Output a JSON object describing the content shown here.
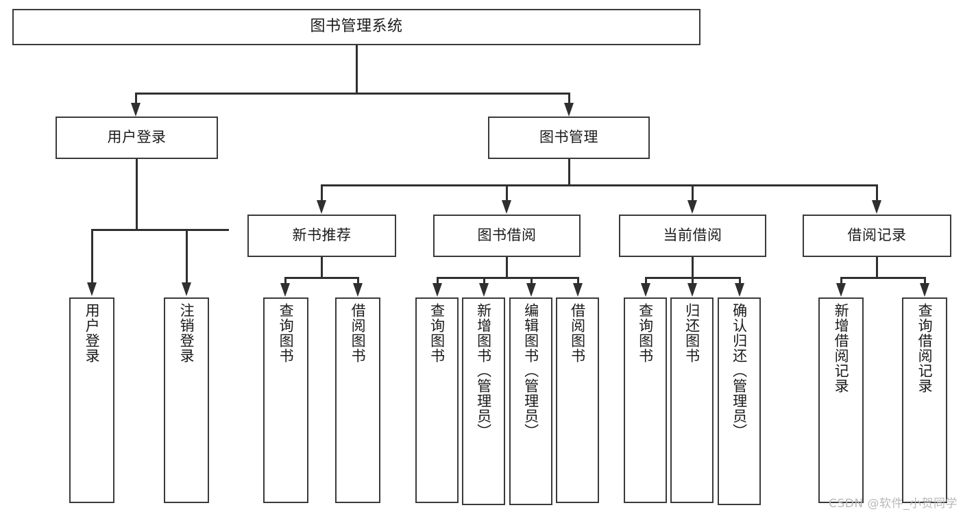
{
  "diagram": {
    "type": "tree-hierarchy",
    "title": "图书管理系统",
    "watermark": "CSDN @软件_小贺同学",
    "colors": {
      "box_border": "#3a3a3a",
      "connector": "#2f2f2f",
      "background": "#ffffff",
      "text": "#1a1a1a",
      "watermark": "#b9b9b9"
    },
    "root": {
      "label": "图书管理系统"
    },
    "level2": [
      {
        "label": "用户登录"
      },
      {
        "label": "图书管理"
      }
    ],
    "level3": [
      {
        "label": "新书推荐"
      },
      {
        "label": "图书借阅"
      },
      {
        "label": "当前借阅"
      },
      {
        "label": "借阅记录"
      }
    ],
    "leaves": {
      "user_login": [
        {
          "label": "用户登录"
        },
        {
          "label": "注销登录"
        }
      ],
      "new_book_recommend": [
        {
          "label": "查询图书"
        },
        {
          "label": "借阅图书"
        }
      ],
      "book_borrow": [
        {
          "label": "查询图书"
        },
        {
          "label": "新增图书（管理员）"
        },
        {
          "label": "编辑图书（管理员）"
        },
        {
          "label": "借阅图书"
        }
      ],
      "current_borrow": [
        {
          "label": "查询图书"
        },
        {
          "label": "归还图书"
        },
        {
          "label": "确认归还（管理员）"
        }
      ],
      "borrow_record": [
        {
          "label": "新增借阅记录"
        },
        {
          "label": "查询借阅记录"
        }
      ]
    }
  }
}
